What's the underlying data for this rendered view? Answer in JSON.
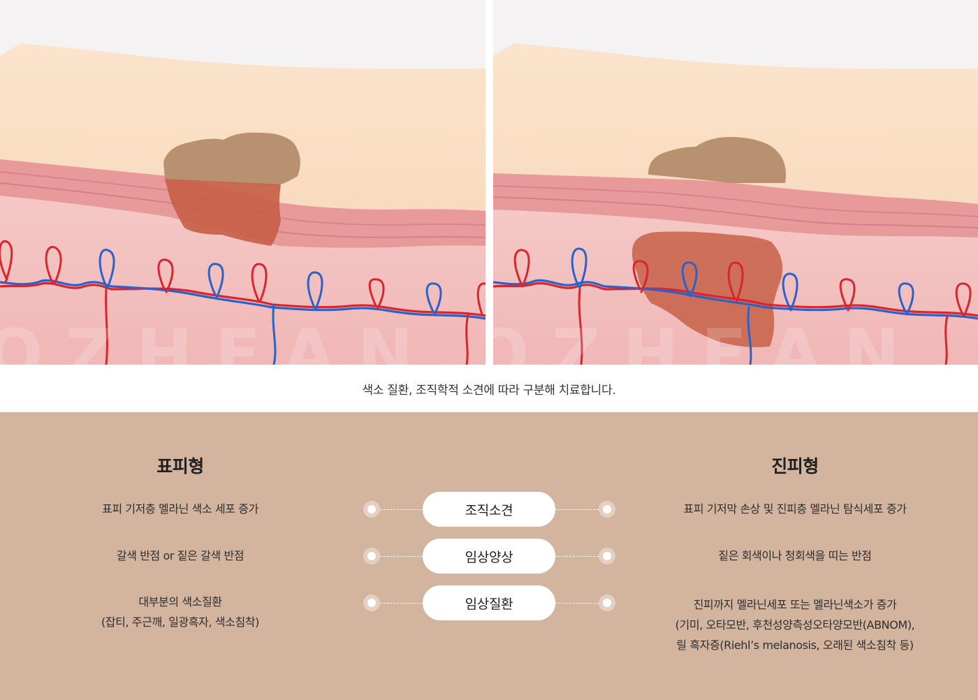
{
  "illustrations": {
    "left": {
      "watermark": "OZHEAN"
    },
    "right": {
      "watermark": "OZHEAN"
    },
    "colors": {
      "sky": "#f4f2f2",
      "epidermis": "#f9dcc0",
      "dermis_band": "#e79a9a",
      "dermis": "#f2c3c2",
      "lesion_surface": "#b89270",
      "lesion_deep": "#c76048",
      "artery": "#d8262e",
      "vein": "#2a62c9"
    }
  },
  "caption": "색소 질환, 조직학적 소견에 따라 구분해 치료합니다.",
  "comparison": {
    "left_title": "표피형",
    "right_title": "진피형",
    "rows": [
      {
        "label": "조직소견",
        "left": [
          "표피 기저층 멜라닌 색소 세포 증가"
        ],
        "right": [
          "표피 기저막 손상 및 진피층 멜라닌 탐식세포 증가"
        ]
      },
      {
        "label": "임상양상",
        "left": [
          "갈색 반점 or 짙은 갈색 반점"
        ],
        "right": [
          "짙은 회색이나 청회색을 띠는 반점"
        ]
      },
      {
        "label": "임상질환",
        "left": [
          "대부분의 색소질환",
          "(잡티, 주근깨, 일광흑자, 색소침착)"
        ],
        "right": [
          "진피까지 멜라닌세포 또는 멜라닌색소가 증가",
          "(기미, 오타모반, 후천성양측성오타양모반(ABNOM),",
          "릴 흑자증(Riehl’s melanosis, 오래된 색소침착 등)"
        ]
      }
    ]
  },
  "panel_color": "#d3b49e"
}
